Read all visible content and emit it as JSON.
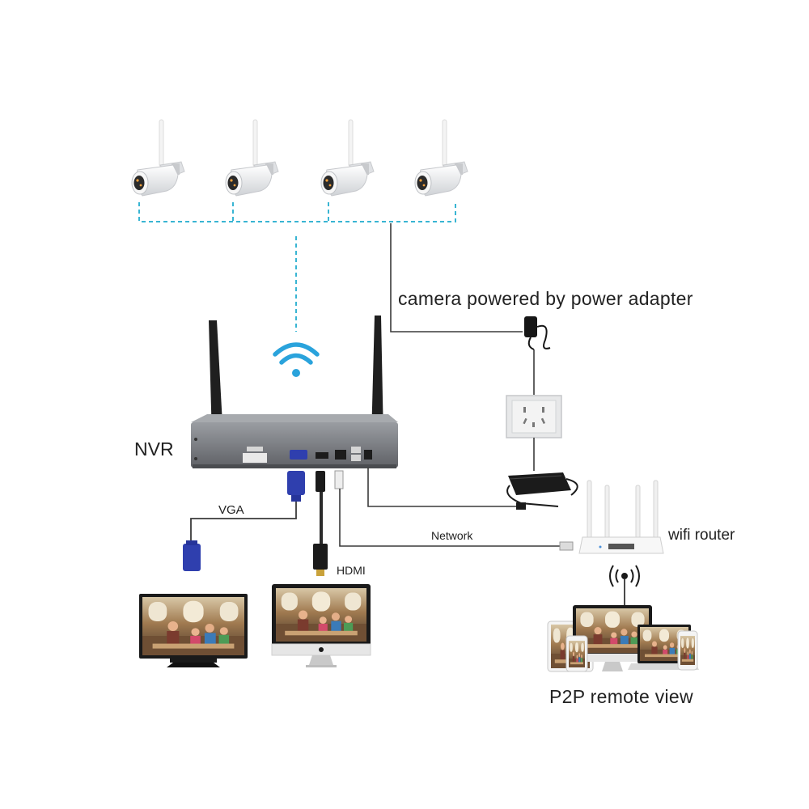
{
  "labels": {
    "power": "camera powered by power adapter",
    "nvr": "NVR",
    "vga": "VGA",
    "network": "Network",
    "hdmi": "HDMI",
    "router": "wifi router",
    "p2p": "P2P remote view"
  },
  "colors": {
    "wifi_link": "#39b5d3",
    "wifi_icon": "#2aa3dc",
    "cable": "#3a3a3a",
    "vga_connector": "#2f3fae",
    "nvr_body": "#7d8085",
    "antenna": "#1f1f1f",
    "camera_body": "#f2f2f2"
  },
  "icons": {
    "cameras": "bullet-camera-icon",
    "nvr": "nvr-recorder-icon",
    "wifi": "wifi-icon",
    "adapter": "power-adapter-icon",
    "outlet": "wall-outlet-icon",
    "router": "wifi-router-icon",
    "monitor": "tv-monitor-icon",
    "imac": "imac-monitor-icon",
    "remote_devices": "remote-devices-icon"
  }
}
